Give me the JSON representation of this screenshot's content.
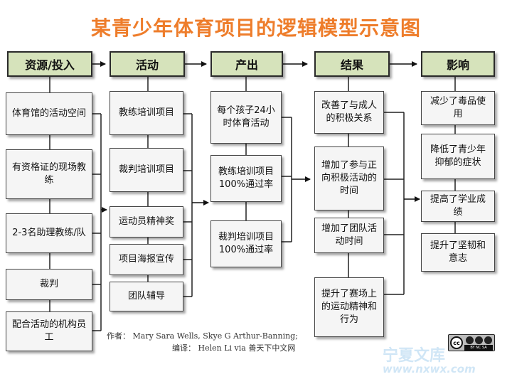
{
  "title": "某青少年体育项目的逻辑模型示意图",
  "columns": [
    {
      "header": "资源/投入",
      "items": [
        "体育馆的活动空间",
        "有资格证的现场教练",
        "2-3名助理教练/队",
        "裁判",
        "配合活动的机构员工"
      ]
    },
    {
      "header": "活动",
      "items": [
        "教练培训项目",
        "裁判培训项目",
        "运动员精神奖",
        "项目海报宣传",
        "团队辅导"
      ]
    },
    {
      "header": "产出",
      "items": [
        "每个孩子24小时体育活动",
        "教练培训项目100%通过率",
        "裁判培训项目100%通过率"
      ]
    },
    {
      "header": "结果",
      "items": [
        "改善了与成人的积极关系",
        "增加了参与正向积极活动的时间",
        "增加了团队活动时间",
        "提升了赛场上的运动精神和行为"
      ]
    },
    {
      "header": "影响",
      "items": [
        "减少了毒品使用",
        "降低了青少年抑郁的症状",
        "提高了学业成绩",
        "提升了坚韧和意志"
      ]
    }
  ],
  "credits": {
    "authors": "作者： Mary Sara Wells,  Skye G Arthur-Banning;",
    "translator": "编译： Helen Li via 善天下中文网"
  },
  "license_badge": {
    "logo": "cc",
    "icons": [
      "attribution-icon",
      "noncommercial-icon",
      "sharealike-icon"
    ],
    "terms": "BY NC SA"
  },
  "watermark": {
    "line1": "宁夏文库",
    "line2": "www.nxwx.com"
  }
}
